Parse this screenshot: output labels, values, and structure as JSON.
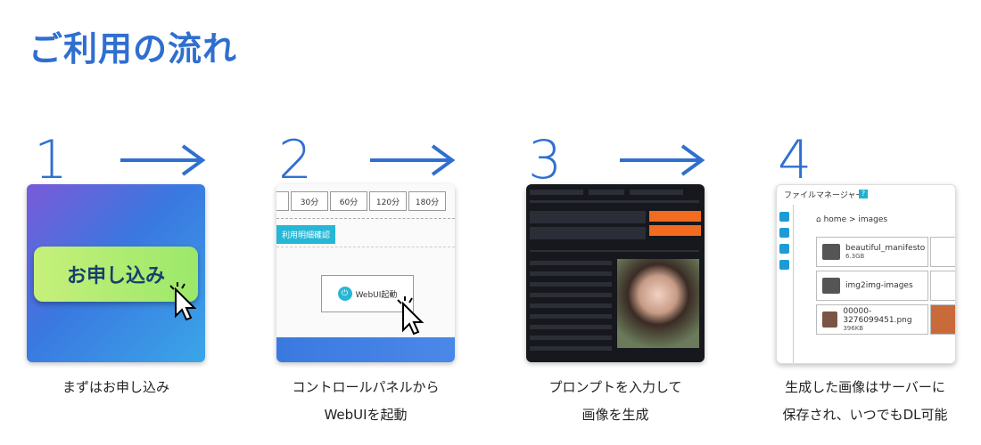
{
  "page": {
    "title": "ご利用の流れ"
  },
  "steps": [
    {
      "number": "1",
      "caption_line1": "まずはお申し込み",
      "caption_line2": ""
    },
    {
      "number": "2",
      "caption_line1": "コントロールパネルから",
      "caption_line2": "WebUIを起動"
    },
    {
      "number": "3",
      "caption_line1": "プロンプトを入力して",
      "caption_line2": "画像を生成"
    },
    {
      "number": "4",
      "caption_line1": "生成した画像はサーバーに",
      "caption_line2": "保存され、いつでもDL可能"
    }
  ],
  "card1": {
    "button_label": "お申し込み"
  },
  "card2": {
    "tabs": [
      "30分",
      "60分",
      "120分",
      "180分"
    ],
    "label": "利用明細確認",
    "launch_label": "WebUI起動"
  },
  "card4": {
    "header": "ファイルマネージャー",
    "help": "?",
    "breadcrumb": "home > images",
    "files": [
      {
        "name": "beautiful_manifesto",
        "size": "6.3GB"
      },
      {
        "name": "img2img-images",
        "size": ""
      },
      {
        "name": "00000-3276099451.png",
        "size": "396KB"
      }
    ]
  },
  "colors": {
    "accent": "#2f6fd0",
    "button_green": "#9be86a",
    "cyan": "#27b7d6",
    "orange": "#f26b1f"
  },
  "icons": {
    "arrow": "arrow-right-icon",
    "cursor": "pointer-cursor-icon",
    "power": "power-icon",
    "home": "home-icon",
    "folder": "folder-icon"
  }
}
